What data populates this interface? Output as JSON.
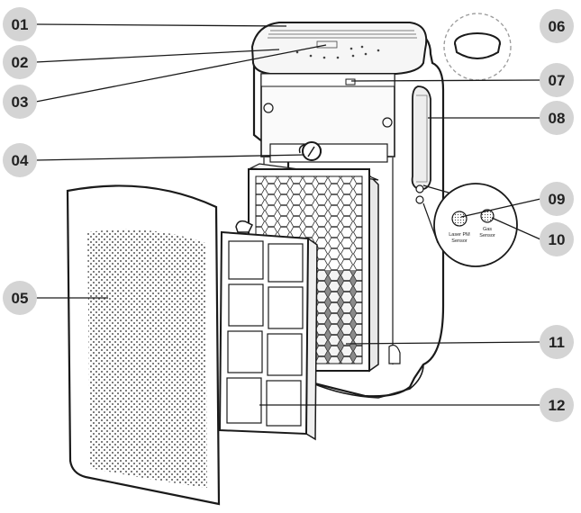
{
  "callouts": {
    "c01": "01",
    "c02": "02",
    "c03": "03",
    "c04": "04",
    "c05": "05",
    "c06": "06",
    "c07": "07",
    "c08": "08",
    "c09": "09",
    "c10": "10",
    "c11": "11",
    "c12": "12"
  },
  "sensor_labels": {
    "laser_line1": "Laser PM",
    "laser_line2": "Sensor",
    "gas_line1": "Gas",
    "gas_line2": "Sensor"
  },
  "colors": {
    "badge_fill": "#d4d4d4",
    "outline": "#1a1a1a",
    "leader": "#1a1a1a",
    "dust_dots": "#555555"
  }
}
